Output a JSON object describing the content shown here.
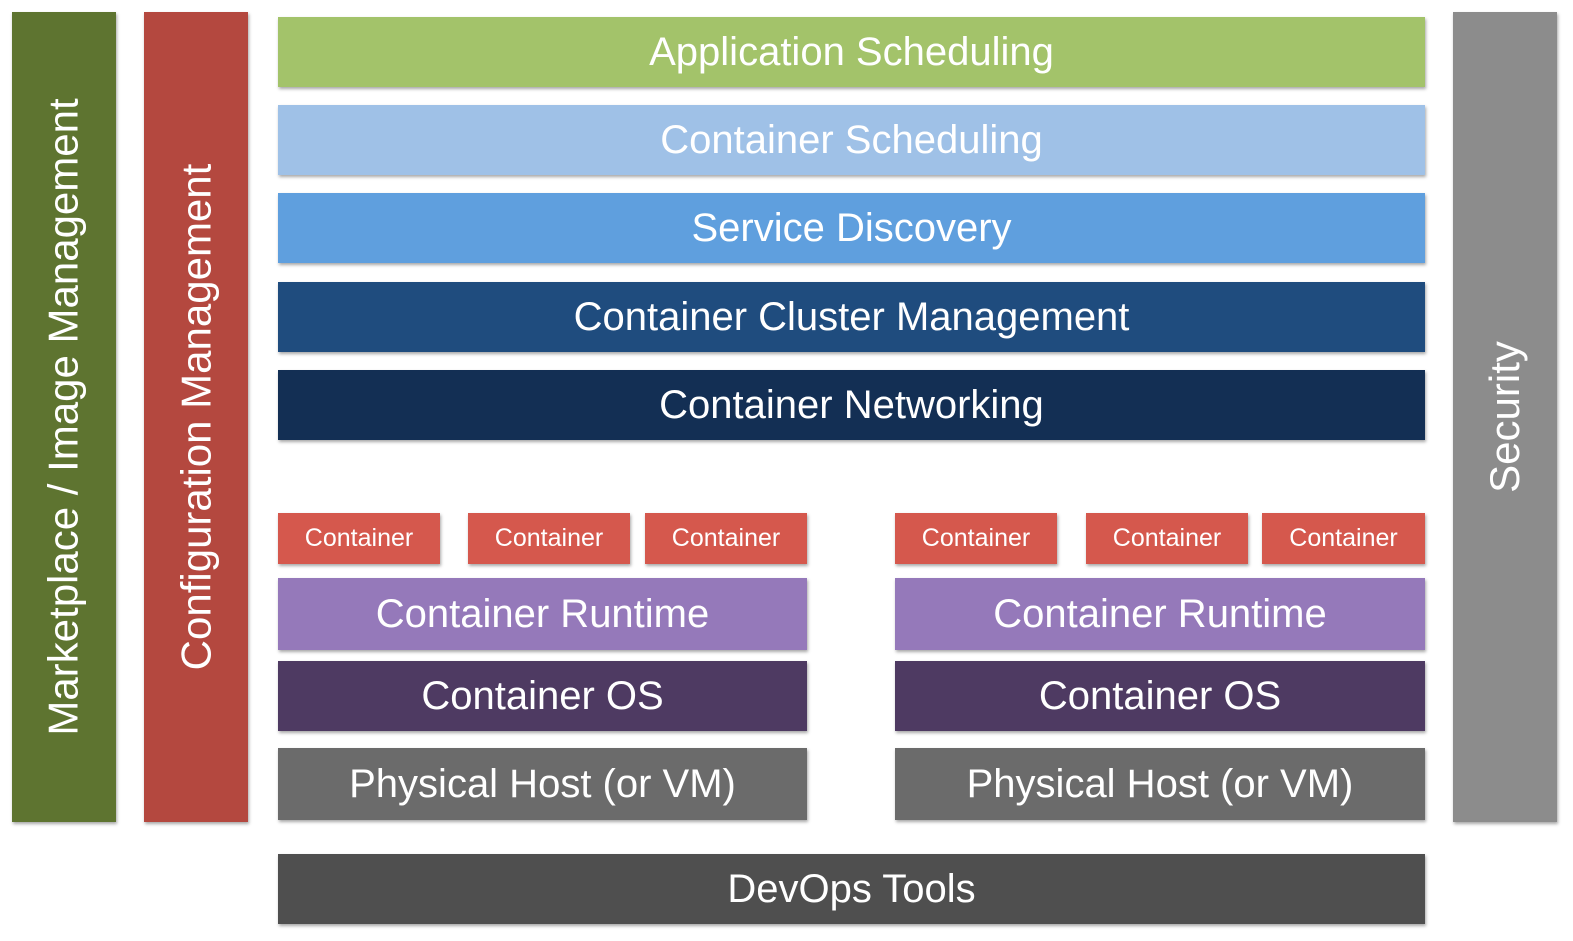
{
  "side_bars": {
    "marketplace": {
      "label": "Marketplace / Image Management",
      "color": "#5E7430"
    },
    "configuration": {
      "label": "Configuration Management",
      "color": "#B4483F"
    },
    "security": {
      "label": "Security",
      "color": "#8C8C8C"
    }
  },
  "stack_layers": [
    {
      "label": "Application Scheduling",
      "color": "#A3C36A"
    },
    {
      "label": "Container Scheduling",
      "color": "#9FC1E7"
    },
    {
      "label": "Service Discovery",
      "color": "#5F9FDE"
    },
    {
      "label": "Container Cluster Management",
      "color": "#1F4C7E"
    },
    {
      "label": "Container Networking",
      "color": "#132F54"
    }
  ],
  "hosts": [
    {
      "containers": [
        "Container",
        "Container",
        "Container"
      ],
      "runtime": "Container Runtime",
      "os": "Container OS",
      "host": "Physical Host (or VM)"
    },
    {
      "containers": [
        "Container",
        "Container",
        "Container"
      ],
      "runtime": "Container Runtime",
      "os": "Container OS",
      "host": "Physical Host (or VM)"
    }
  ],
  "host_colors": {
    "container": "#D5584D",
    "runtime": "#9579BA",
    "os": "#4E3A62",
    "host": "#6B6B6B"
  },
  "devops": {
    "label": "DevOps Tools",
    "color": "#4F4F4F"
  }
}
